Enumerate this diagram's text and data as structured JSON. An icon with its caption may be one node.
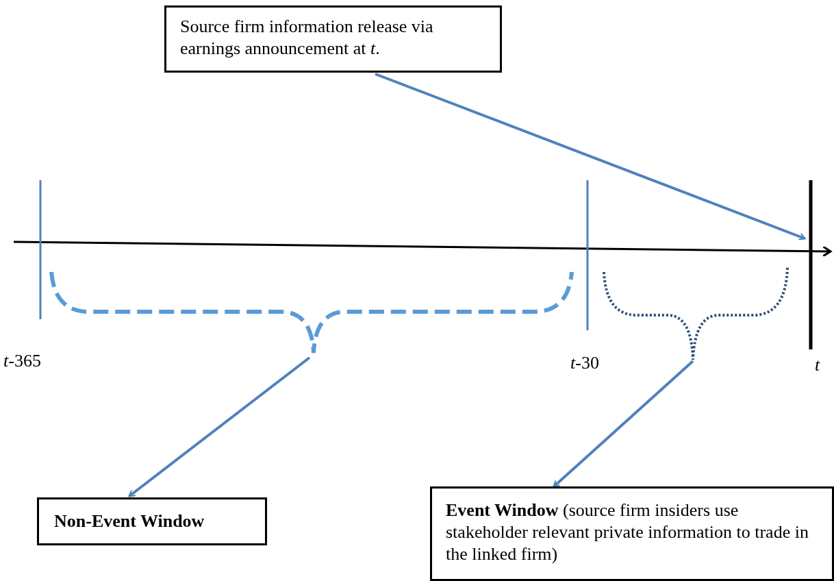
{
  "diagram": {
    "nodes": [
      {
        "text": [
          "Source firm information release via earnings announcement at *t*."
        ]
      },
      {
        "text": [],
        "shape": "brace"
      },
      {
        "text": [],
        "shape": "brace"
      },
      {
        "text": [
          "Non-Event Window"
        ]
      },
      {
        "text": [
          "**Event Window** (source firm insiders use stakeholder relevant private information to trade in the linked firm)"
        ]
      }
    ],
    "edges": [
      {
        "from": 0,
        "to": null,
        "arrow": "to"
      },
      {
        "from": 1,
        "to": 3,
        "arrow": "to"
      },
      {
        "from": 2,
        "to": 4,
        "arrow": "to"
      }
    ],
    "labels": [
      "*t*-365",
      "*t*-30",
      "*t*"
    ]
  }
}
